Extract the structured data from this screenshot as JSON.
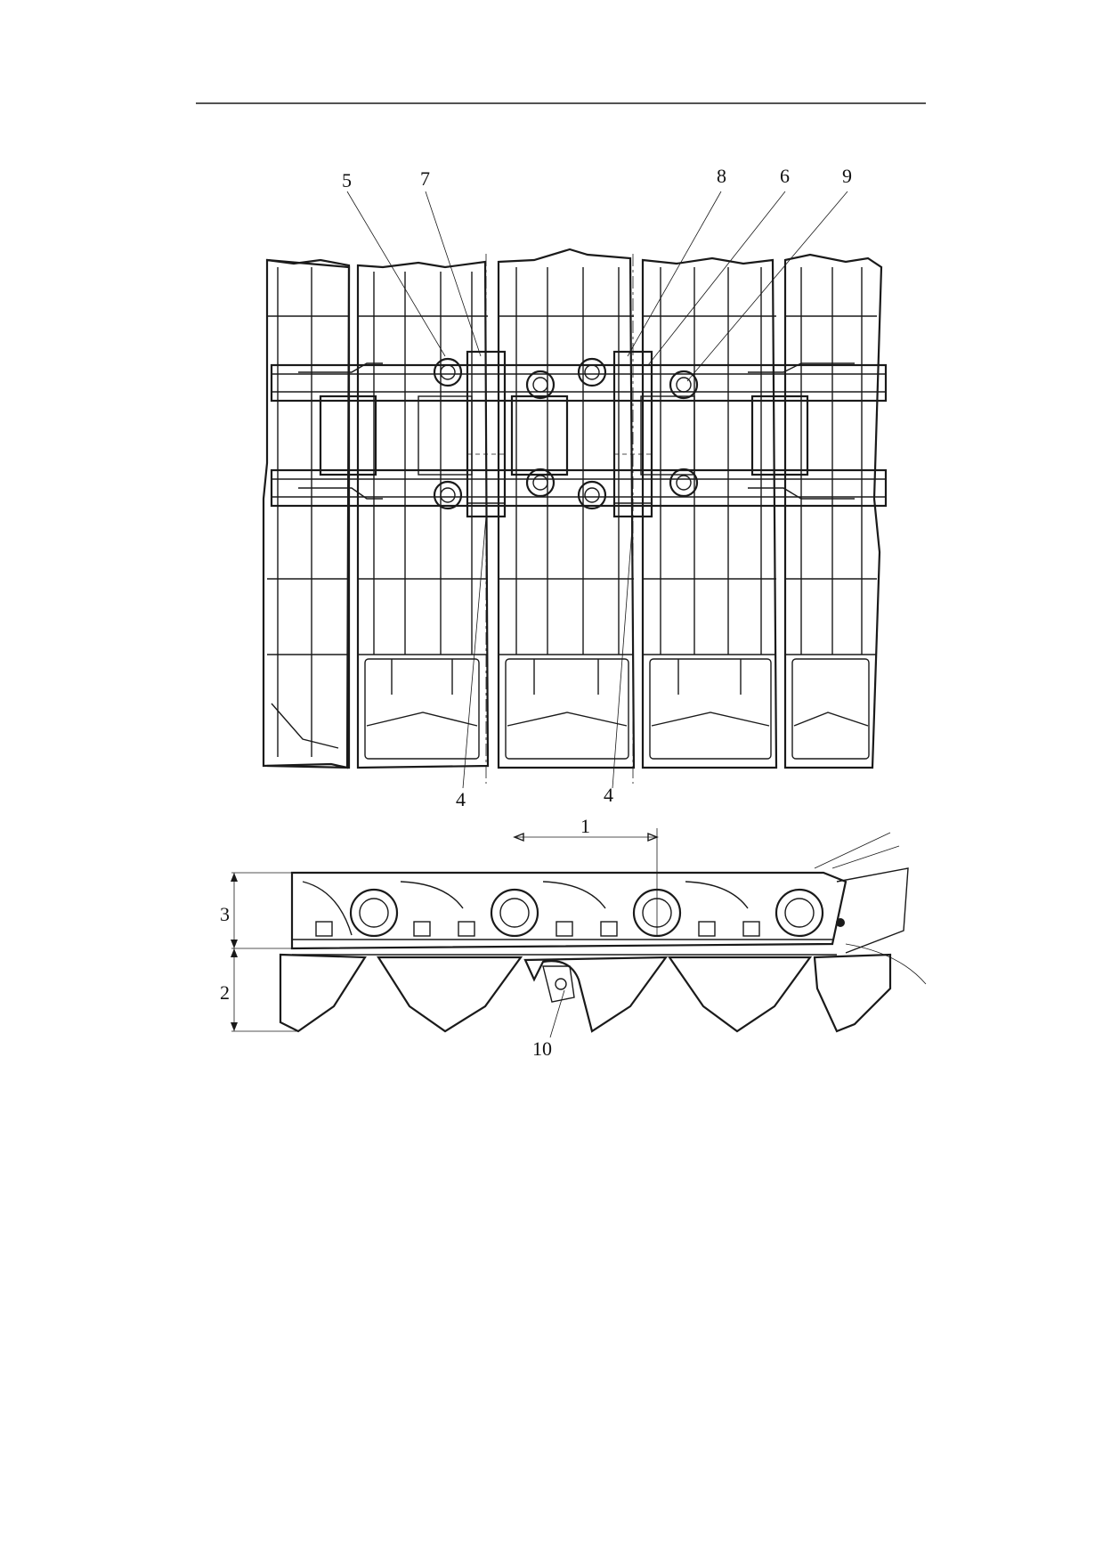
{
  "callouts": {
    "c1": "1",
    "c2": "2",
    "c3": "3",
    "c4a": "4",
    "c4b": "4",
    "c5": "5",
    "c6": "6",
    "c7": "7",
    "c8": "8",
    "c9": "9",
    "c10": "10"
  },
  "colors": {
    "ink": "#1a1a1a",
    "paper": "#ffffff"
  }
}
